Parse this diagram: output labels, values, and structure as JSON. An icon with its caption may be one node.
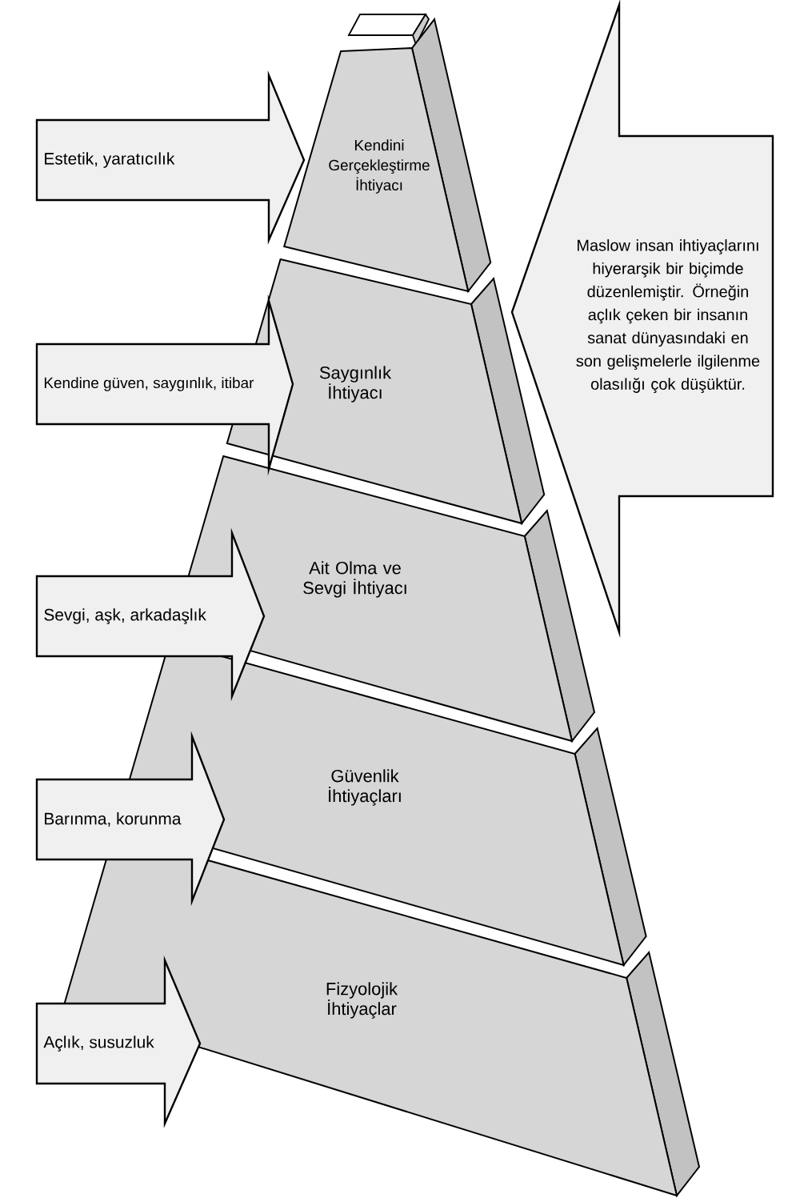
{
  "diagram": {
    "nodes": [
      {
        "text": [
          "Kendini Gerçekleştirme İhtiyacı"
        ]
      },
      {
        "text": [
          "Saygınlık İhtiyacı"
        ]
      },
      {
        "text": [
          "Ait Olma ve Sevgi İhtiyacı"
        ]
      },
      {
        "text": [
          "Güvenlik İhtiyaçları"
        ]
      },
      {
        "text": [
          "Fizyolojik İhtiyaçlar"
        ]
      },
      {
        "text": [
          "Estetik, yaratıcılık"
        ]
      },
      {
        "text": [
          "Kendine güven, saygınlık, itibar"
        ]
      },
      {
        "text": [
          "Sevgi, aşk, arkadaşlık"
        ]
      },
      {
        "text": [
          "Barınma, korunma"
        ]
      },
      {
        "text": [
          "Açlık, susuzluk"
        ]
      },
      {
        "text": [
          "Maslow insan ihtiyaçlarını hiyerarşik bir biçimde düzenlemiştir. Örneğin açlık çeken bir insanın sanat dünyasındaki en son gelişmelerle ilgilenme olasılığı çok düşüktür."
        ]
      }
    ]
  }
}
